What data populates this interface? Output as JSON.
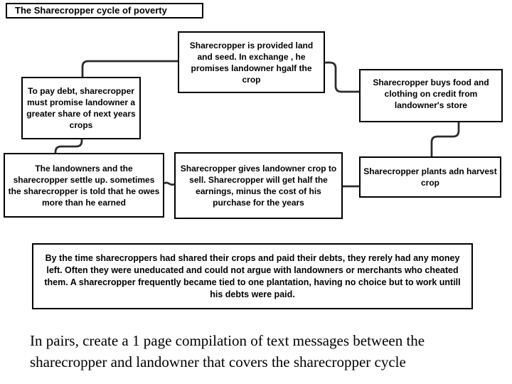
{
  "diagram": {
    "line_color": "#2b2b2b",
    "box_border_color": "#000000",
    "box_fill_color": "#ffffff",
    "title": "The Sharecropper cycle of poverty",
    "nodes": {
      "provided": "Sharecropper is provided land and seed. In exchange , he promises landowner hgalf the crop",
      "buys_credit": "Sharecropper buys food and clothing on credit from landowner's store",
      "pay_debt": "To pay debt, sharecropper must promise landowner a greater share of next years crops",
      "settle_up": "The landowners and the sharecropper settle up. sometimes the sharecropper is told that he owes more than he earned",
      "gives_crop": "Sharecropper gives landowner crop to sell. Sharecropper will get half the earnings, minus the cost of his purchase for the years",
      "plants": "Sharecropper plants adn harvest crop",
      "summary": "By the time sharecroppers had shared their crops and paid their debts, they rerely had any money left. Often they were uneducated and could not argue with landowners or merchants who cheated them. A sharecropper frequently became tied to one plantation, having no choice but to work untill his debts were paid."
    }
  },
  "instruction": "In pairs, create a 1 page compilation of text messages between the sharecropper and landowner that covers the sharecropper cycle"
}
